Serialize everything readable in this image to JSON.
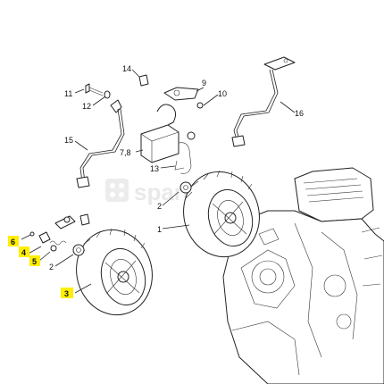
{
  "watermark": {
    "text": "spare-ra"
  },
  "callouts": {
    "c1": "1",
    "c2a": "2",
    "c2b": "2",
    "c3": "3",
    "c4": "4",
    "c5": "5",
    "c6": "6",
    "c78": "7,8",
    "c9": "9",
    "c10": "10",
    "c11": "11",
    "c12": "12",
    "c13": "13",
    "c14": "14",
    "c15": "15",
    "c16": "16"
  },
  "highlight_color": "#ffee00",
  "highlighted": [
    "3",
    "4",
    "5",
    "6"
  ]
}
